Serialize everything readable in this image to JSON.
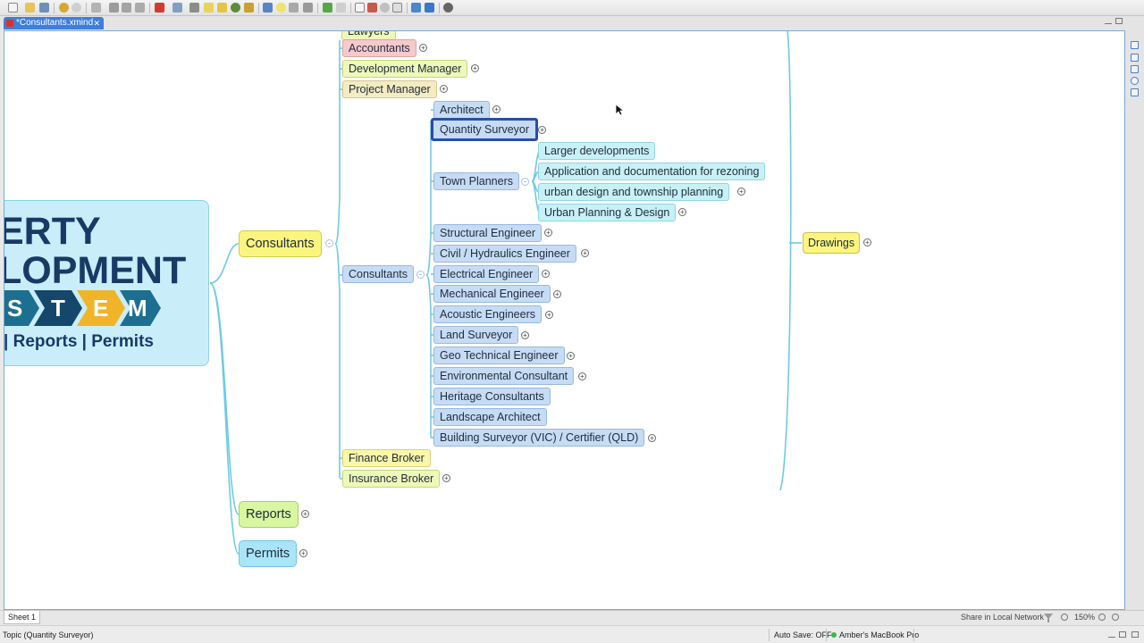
{
  "tab": {
    "title": "*Consultants.xmind"
  },
  "central": {
    "line1": "ERTY",
    "line2": "LOPMENT",
    "band_letters": [
      "S",
      "T",
      "E",
      "M"
    ],
    "line4": "| Reports | Permits"
  },
  "branches": {
    "consultants": "Consultants",
    "reports": "Reports",
    "permits": "Permits"
  },
  "topics": {
    "lawyers_partial": "Lawyers",
    "accountants": "Accountants",
    "development_manager": "Development Manager",
    "project_manager": "Project Manager",
    "consultants_sub": "Consultants",
    "finance_broker": "Finance Broker",
    "insurance_broker": "Insurance Broker"
  },
  "consultant_items": {
    "architect": "Architect",
    "quantity_surveyor": "Quantity Surveyor",
    "town_planners": "Town Planners",
    "structural_engineer": "Structural Engineer",
    "civil_engineer": "Civil / Hydraulics Engineer",
    "electrical_engineer": "Electrical Engineer",
    "mechanical_engineer": "Mechanical Engineer",
    "acoustic_engineers": "Acoustic Engineers",
    "land_surveyor": "Land Surveyor",
    "geo_engineer": "Geo Technical Engineer",
    "environmental_consultant": "Environmental Consultant",
    "heritage_consultants": "Heritage Consultants",
    "landscape_architect": "Landscape Architect",
    "building_surveyor": "Building Surveyor (VIC) / Certifier (QLD)"
  },
  "town_planner_items": {
    "larger": "Larger developments",
    "rezoning": "Application and documentation for rezoning",
    "urban_design": "urban design and township planning",
    "urban_planning": "Urban Planning & Design"
  },
  "drawings": "Drawings",
  "sheetbar": {
    "sheet": "Sheet 1",
    "share": "Share in Local Network",
    "zoom": "150%"
  },
  "statusbar": {
    "status": "Topic (Quantity Surveyor)",
    "autosave": "Auto Save: OFF",
    "device": "Amber's MacBook Pro"
  },
  "colors": {
    "selection": "#2b4da8",
    "branch_line": "#6ccbe4",
    "central_bg": "#c9eef9",
    "tab_active": "#3d7ee0"
  }
}
